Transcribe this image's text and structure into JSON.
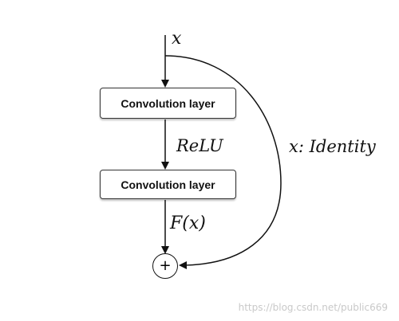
{
  "diagram": {
    "input_label": "x",
    "conv1_label": "Convolution layer",
    "activation_label": "ReLU",
    "conv2_label": "Convolution layer",
    "residual_label": "F(x)",
    "skip_label": "x: Identity",
    "sum_symbol": "+"
  },
  "watermark": "https://blog.csdn.net/public669",
  "colors": {
    "line": "#111111",
    "box_border": "#333333",
    "marker": "#1e6b4a",
    "watermark": "#c9c9c9"
  }
}
